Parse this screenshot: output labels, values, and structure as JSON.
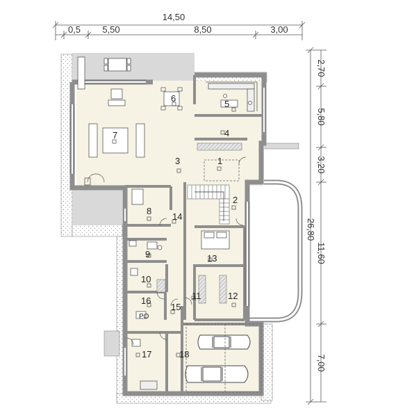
{
  "dimensions": {
    "top_total": "14,50",
    "top_segments": [
      "0,5",
      "5,50",
      "8,50",
      "3,00"
    ],
    "right_total": "26,80",
    "right_segments": [
      "2,70",
      "5,80",
      "3,20",
      "11,60",
      "7,00"
    ]
  },
  "rooms": [
    "1",
    "2",
    "3",
    "4",
    "5",
    "6",
    "7",
    "8",
    "9",
    "10",
    "11",
    "12",
    "13",
    "14",
    "15",
    "16",
    "17",
    "18"
  ],
  "labels": {
    "po": "PO"
  },
  "colors": {
    "background": "#ffffff",
    "floor": "#f6f3e4",
    "wall": "#8e8e8e",
    "terrace": "#d9d9d9",
    "hatch": "#b5b5b5"
  }
}
